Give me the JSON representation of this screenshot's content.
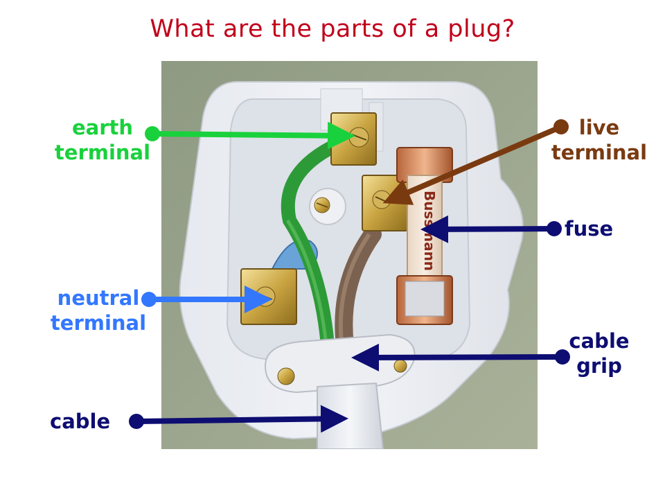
{
  "title": "What are the parts of a plug?",
  "colors": {
    "title": "#c0001a",
    "earth": "#19d13c",
    "live": "#7a3a10",
    "neutral": "#3377ff",
    "dark_blue": "#0d0d72"
  },
  "labels": {
    "earth": {
      "line1": "earth",
      "line2": "terminal"
    },
    "live": {
      "line1": "live",
      "line2": "terminal"
    },
    "fuse": {
      "line1": "fuse"
    },
    "neutral": {
      "line1": "neutral",
      "line2": "terminal"
    },
    "cable_grip": {
      "line1": "cable",
      "line2": "grip"
    },
    "cable": {
      "line1": "cable"
    }
  },
  "fuse_print": "Bussmann"
}
